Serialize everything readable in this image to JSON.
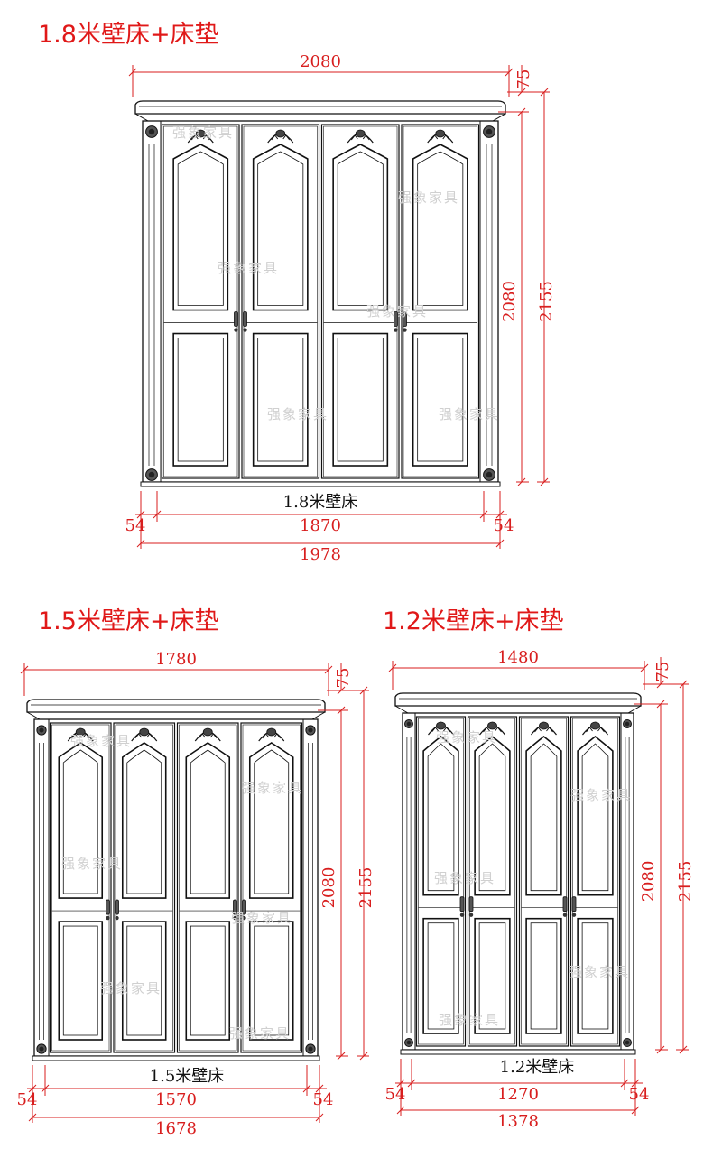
{
  "colors": {
    "dimension": "#d81e1e",
    "title": "#e01818",
    "line": "#111111",
    "watermark": "#d0d0d0"
  },
  "watermark_text": "强象家具",
  "panels": [
    {
      "title": "1.8米壁床+床垫",
      "caption": "1.8米壁床",
      "dims": {
        "overall_width": "2080",
        "cornice_height": "75",
        "body_height": "2080",
        "total_height": "2155",
        "side_left": "54",
        "inner_width": "1870",
        "side_right": "54",
        "outer_width": "1978"
      },
      "doors": 4
    },
    {
      "title": "1.5米壁床+床垫",
      "caption": "1.5米壁床",
      "dims": {
        "overall_width": "1780",
        "cornice_height": "75",
        "body_height": "2080",
        "total_height": "2155",
        "side_left": "54",
        "inner_width": "1570",
        "side_right": "54",
        "outer_width": "1678"
      },
      "doors": 4
    },
    {
      "title": "1.2米壁床+床垫",
      "caption": "1.2米壁床",
      "dims": {
        "overall_width": "1480",
        "cornice_height": "75",
        "body_height": "2080",
        "total_height": "2155",
        "side_left": "54",
        "inner_width": "1270",
        "side_right": "54",
        "outer_width": "1378"
      },
      "doors": 4
    }
  ]
}
